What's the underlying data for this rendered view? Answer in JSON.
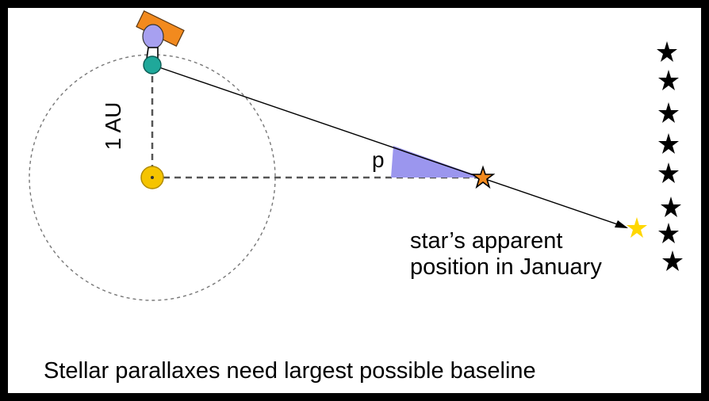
{
  "labels": {
    "distance": "1 AU",
    "angle": "p",
    "apparent_line1": "star’s apparent",
    "apparent_line2": "position in January",
    "caption": "Stellar parallaxes need largest possible baseline"
  },
  "colors": {
    "background": "#000000",
    "panel": "#ffffff",
    "orbit": "#777777",
    "sun": "#f5c400",
    "earth": "#1fa89a",
    "telescope_body": "#f28a1e",
    "telescope_lens": "#a7a0f0",
    "parallax_wedge": "#9b96ee",
    "near_star": "#f28a1e",
    "apparent_star": "#ffd700",
    "background_stars": "#000000"
  },
  "icons": {
    "sun": "sun-icon",
    "earth": "earth-icon",
    "telescope": "telescope-icon",
    "near_star": "star-icon",
    "apparent_star": "star-icon",
    "background_star": "star-icon"
  }
}
